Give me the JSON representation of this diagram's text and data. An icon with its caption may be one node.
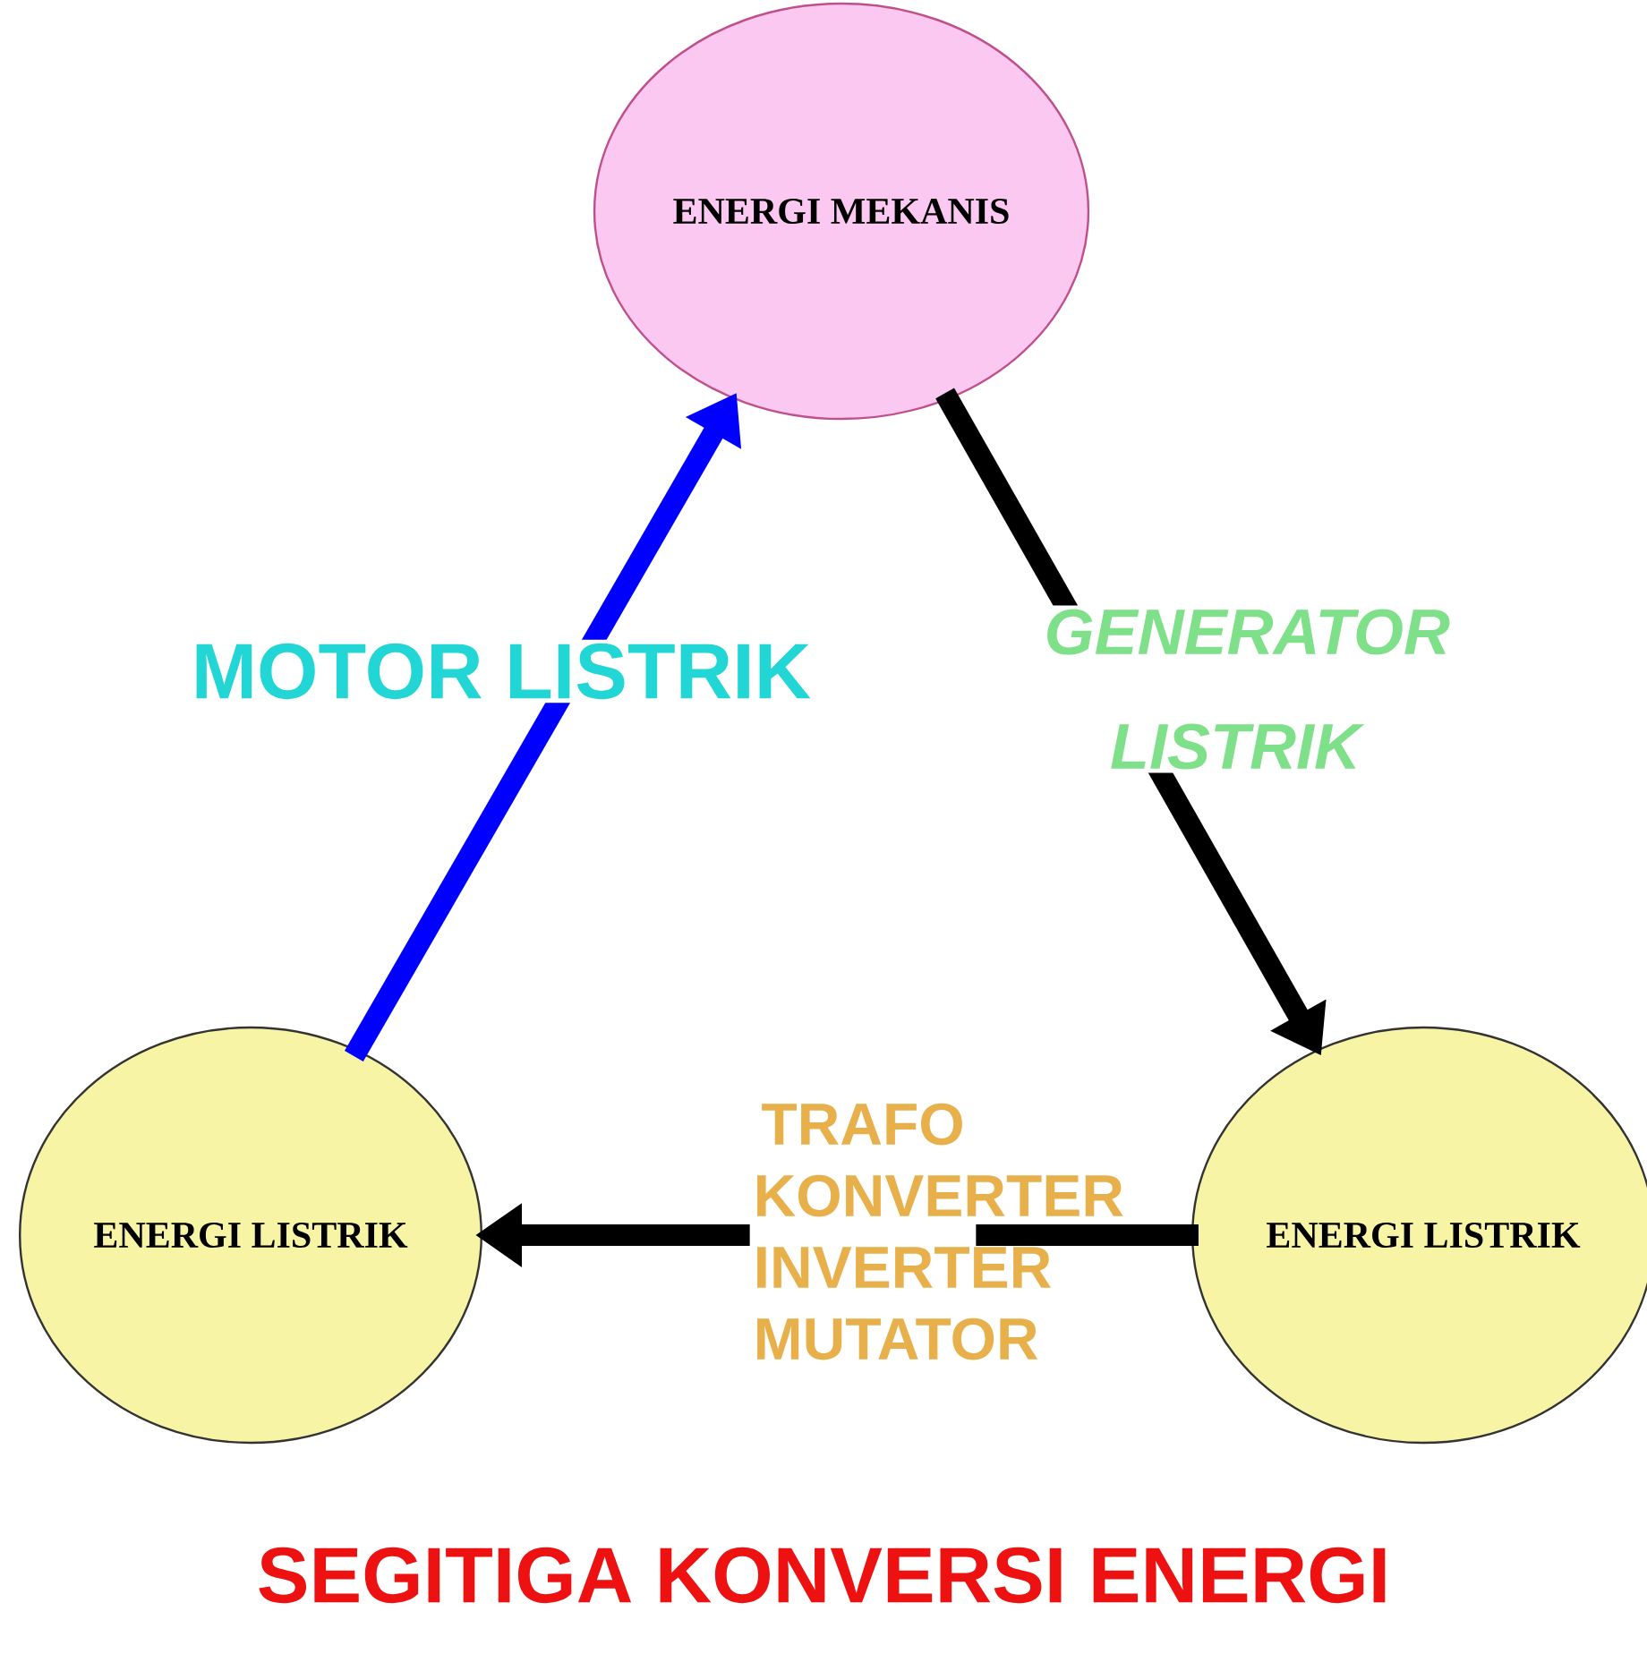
{
  "diagram": {
    "title": "SEGITIGA KONVERSI ENERGI",
    "nodes": [
      {
        "text": [
          "ENERGI MEKANIS"
        ]
      },
      {
        "text": [
          "ENERGI LISTRIK"
        ]
      },
      {
        "text": [
          "ENERGI LISTRIK"
        ]
      }
    ],
    "edges": [
      {
        "from": 1,
        "to": 0,
        "arrow": "to",
        "label": "MOTOR LISTRIK",
        "color": "#0000ff"
      },
      {
        "from": 0,
        "to": 2,
        "arrow": "to",
        "label": "GENERATOR LISTRIK"
      },
      {
        "from": 2,
        "to": 1,
        "arrow": "to",
        "label": "TRAFO KONVERTER INVERTER MUTATOR"
      }
    ]
  }
}
